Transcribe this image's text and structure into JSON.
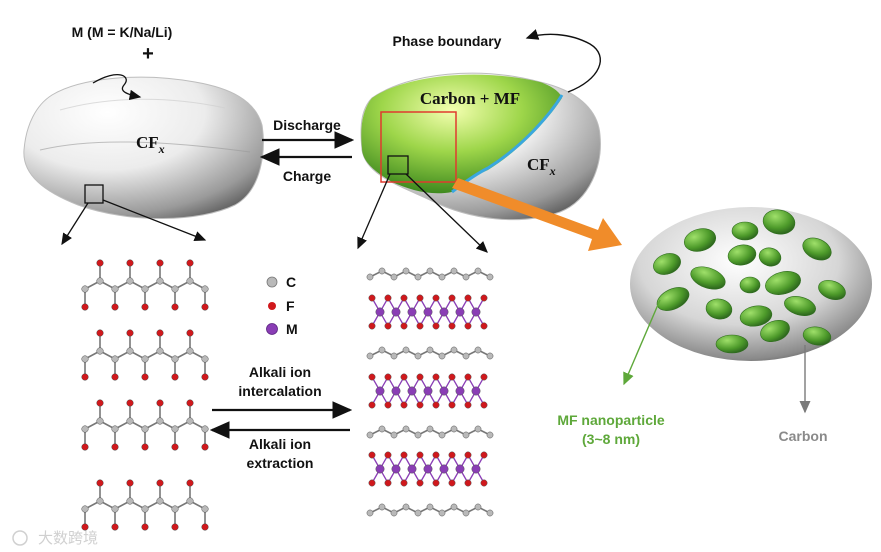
{
  "left_particle": {
    "m_label": "M (M = K/Na/Li)",
    "plus": "+",
    "cf_label": "CF",
    "cf_sub": "x"
  },
  "right_particle": {
    "phase_boundary": "Phase boundary",
    "carbon_mf": "Carbon + MF",
    "cf_label": "CF",
    "cf_sub": "x"
  },
  "process_arrows": {
    "discharge": "Discharge",
    "charge": "Charge"
  },
  "legend": {
    "items": [
      {
        "symbol": "C",
        "color": "#b9b9b9"
      },
      {
        "symbol": "F",
        "color": "#d0181c"
      },
      {
        "symbol": "M",
        "color": "#8a3db5"
      }
    ]
  },
  "ion_arrows": {
    "intercalation": [
      "Alkali ion",
      "intercalation"
    ],
    "extraction": [
      "Alkali ion",
      "extraction"
    ]
  },
  "zoom": {
    "mf_label": [
      "MF nanoparticle",
      "(3~8 nm)"
    ],
    "carbon_label": "Carbon"
  },
  "watermark": "大数跨境",
  "colors": {
    "carbon_atom": "#b9b9b9",
    "fluorine_atom": "#d0181c",
    "metal_atom": "#8a3db5",
    "mf_green": "#5ea83a",
    "orange_arrow": "#f08c2a",
    "boundary_blue": "#3aa7e0",
    "zoom_box_red": "#e03a2e"
  }
}
